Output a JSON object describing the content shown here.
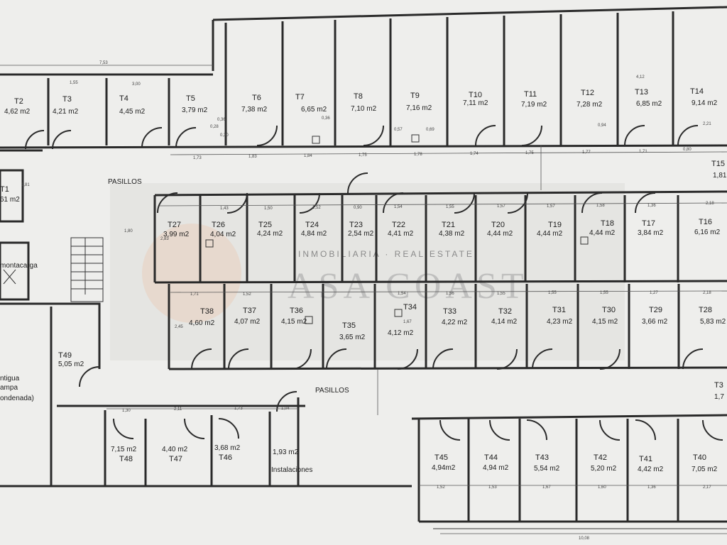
{
  "rooms_top": [
    {
      "id": "T2",
      "area": "4,62 m2"
    },
    {
      "id": "T3",
      "area": "4,21 m2"
    },
    {
      "id": "T4",
      "area": "4,45 m2"
    },
    {
      "id": "T5",
      "area": "3,79 m2"
    },
    {
      "id": "T6",
      "area": "7,38 m2"
    },
    {
      "id": "T7",
      "area": "6,65 m2"
    },
    {
      "id": "T8",
      "area": "7,10 m2"
    },
    {
      "id": "T9",
      "area": "7,16 m2"
    },
    {
      "id": "T10",
      "area": "7,11 m2"
    },
    {
      "id": "T11",
      "area": "7,19 m2"
    },
    {
      "id": "T12",
      "area": "7,28 m2"
    },
    {
      "id": "T13",
      "area": "6,85 m2"
    },
    {
      "id": "T14",
      "area": "9,14 m2"
    }
  ],
  "rooms_mid": [
    {
      "id": "T27",
      "area": "3,99 m2"
    },
    {
      "id": "T26",
      "area": "4,04 m2"
    },
    {
      "id": "T25",
      "area": "4,24 m2"
    },
    {
      "id": "T24",
      "area": "4,84 m2"
    },
    {
      "id": "T23",
      "area": "2,54 m2"
    },
    {
      "id": "T22",
      "area": "4,41 m2"
    },
    {
      "id": "T21",
      "area": "4,38 m2"
    },
    {
      "id": "T20",
      "area": "4,44 m2"
    },
    {
      "id": "T19",
      "area": "4,44 m2"
    },
    {
      "id": "T18",
      "area": "4,44 m2"
    },
    {
      "id": "T17",
      "area": "3,84 m2"
    },
    {
      "id": "T16",
      "area": "6,16 m2"
    }
  ],
  "rooms_low": [
    {
      "id": "T38",
      "area": "4,60 m2"
    },
    {
      "id": "T37",
      "area": "4,07 m2"
    },
    {
      "id": "T36",
      "area": "4,15 m2"
    },
    {
      "id": "T35",
      "area": "3,65 m2"
    },
    {
      "id": "T34",
      "area": "4,12 m2"
    },
    {
      "id": "T33",
      "area": "4,22 m2"
    },
    {
      "id": "T32",
      "area": "4,14 m2"
    },
    {
      "id": "T31",
      "area": "4,23 m2"
    },
    {
      "id": "T30",
      "area": "4,15 m2"
    },
    {
      "id": "T29",
      "area": "3,66 m2"
    },
    {
      "id": "T28",
      "area": "5,83 m2"
    }
  ],
  "rooms_bottom_left": [
    {
      "id": "T48",
      "area": "7,15 m2"
    },
    {
      "id": "T47",
      "area": "4,40 m2"
    },
    {
      "id": "T46",
      "area": "3,68 m2"
    },
    {
      "id": "",
      "area": "1,93 m2"
    }
  ],
  "rooms_bottom_right": [
    {
      "id": "T45",
      "area": "4,94m2"
    },
    {
      "id": "T44",
      "area": "4,94 m2"
    },
    {
      "id": "T43",
      "area": "5,54 m2"
    },
    {
      "id": "T42",
      "area": "5,20 m2"
    },
    {
      "id": "T41",
      "area": "4,42 m2"
    },
    {
      "id": "T40",
      "area": "7,05 m2"
    }
  ],
  "edge_rooms": {
    "t1_id": "T1",
    "t1_area": "61 m2",
    "t15_id": "T15",
    "t15_area": "1,81",
    "t39_id": "T3",
    "t39_area": "1,7",
    "t49_id": "T49",
    "t49_area": "5,05 m2"
  },
  "labels": {
    "pasillos_top": "PASILLOS",
    "pasillos_bottom": "PASILLOS",
    "montacarga": "montacarga",
    "instalaciones": "Instalaciones",
    "antigua_1": "ntigua",
    "antigua_2": "ampa",
    "antigua_3": "ondenada)"
  },
  "watermark": {
    "name": "INMOBILIARIA · REAL ESTATE",
    "logo": "ASA COAST"
  },
  "dimensions": {
    "top_row": [
      "1,73",
      "1,83",
      "1,84",
      "1,75",
      "1,78",
      "1,74",
      "1,75",
      "1,77",
      "1,71",
      "0,80"
    ],
    "mid_row": [
      "1,43",
      "1,50",
      "1,52",
      "0,90",
      "1,54",
      "1,55",
      "1,57",
      "1,57",
      "1,58",
      "1,36"
    ],
    "low_row": [
      "1,71",
      "1,52",
      "1,54",
      "1,56",
      "1,55",
      "1,55",
      "1,55",
      "1,27",
      "2,18"
    ],
    "bottom_left": [
      "1,30",
      "2,11",
      "1,73",
      "1,04"
    ],
    "bottom_right": [
      "1,52",
      "1,53",
      "1,67",
      "1,60",
      "1,36",
      "2,17"
    ],
    "misc": [
      "7,53",
      "1,55",
      "3,00",
      "1,80",
      "10,08",
      "1,67",
      "2,83",
      "2,45",
      "1,81",
      "0,36",
      "0,28",
      "0,30",
      "0,57",
      "0,69",
      "0,36",
      "0,94",
      "2,21",
      "2,18",
      "4,12"
    ]
  },
  "colors": {
    "paper": "#eeeeec",
    "line": "#2a2a2a",
    "watermark": "#e8c9b5"
  }
}
